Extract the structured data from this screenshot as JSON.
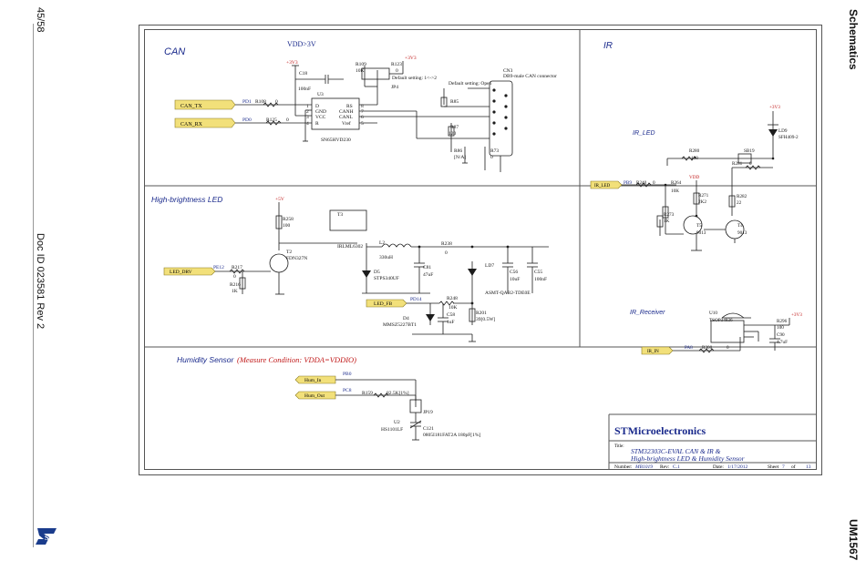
{
  "page": {
    "number": "45/58",
    "doc_id": "Doc ID 023581 Rev 2",
    "section": "Schematics",
    "manual": "UM1567",
    "logo_text": "ST"
  },
  "schematic": {
    "sections": {
      "can": "CAN",
      "vdd_note": "VDD>3V",
      "ir": "IR",
      "ir_led": "IR_LED",
      "hb_led": "High-brightness LED",
      "ir_receiver": "IR_Receiver",
      "humidity": "Humidity Sensor",
      "humidity_note": "(Measure Condition: VDDA=VDDIO)"
    },
    "nets": {
      "can_tx": "CAN_TX",
      "can_rx": "CAN_RX",
      "led_drv": "LED_DRV",
      "led_fb": "LED_FB",
      "ir_led": "IR_LED",
      "ir_in": "IR_IN",
      "hum_in": "Hum_In",
      "hum_out": "Hum_Out"
    },
    "labels": {
      "pd1": "PD1",
      "pd0": "PD0",
      "r108": "R108",
      "r125": "R125",
      "r108_v": "0",
      "r125_v": "0",
      "v3_1": "+3V3",
      "c18": "C18",
      "c18_v": "100nF",
      "u3": "U3",
      "u3_part": "SN65HVD230",
      "u3_d": "D",
      "u3_gnd": "GND",
      "u3_vcc": "VCC",
      "u3_r": "R",
      "u3_rs": "RS",
      "u3_canh": "CANH",
      "u3_canl": "CANL",
      "u3_vref": "Vref",
      "p1": "1",
      "p2": "2",
      "p3": "3",
      "p4": "4",
      "p8": "8",
      "p7": "7",
      "p6": "6",
      "p5": "5",
      "r109": "R109",
      "r109_v": "10K",
      "r123": "R123",
      "r123_v": "0",
      "v3_2": "+3V3",
      "jp4": "JP4",
      "jp4_note": "Default setting: 1<->2",
      "def_open": "Default setting: Open",
      "cn3": "CN3",
      "cn3_part": "DB9-male CAN connector",
      "r85": "R85",
      "r87": "R87",
      "r87_v": "120",
      "r86": "R86",
      "r86_v": "[N/A]",
      "r73": "R73",
      "r73_v": "0",
      "t3": "T3",
      "t3_part": "IRLML6302",
      "v5": "+5V",
      "r258": "R258",
      "r258_v": "100",
      "t2": "T2",
      "t2_part": "FDN327N",
      "pe12": "PE12",
      "r217": "R217",
      "r217_v": "0",
      "r216": "R216",
      "r216_v": "1K",
      "l2": "L2",
      "l2_v": "330uH",
      "d5": "D5",
      "d5_part": "STPS340UF",
      "c81": "C81",
      "c81_v": "47uF",
      "r238": "R238",
      "r238_v": "0",
      "ld7": "LD7",
      "ld7_part": "ASMT-QAB2-TDE0E",
      "c56": "C56",
      "c56_v": "10uF",
      "c55": "C55",
      "c55_v": "100nF",
      "pd14": "PD14",
      "r248": "R248",
      "r248_v": "10K",
      "c58": "C58",
      "c58_v": "1uF",
      "r201": "R201",
      "r201_v": "39[0.5W]",
      "d4": "D4",
      "d4_part": "MMSZ5227BT1",
      "v3_3": "+3V3",
      "ld9": "LD9",
      "ld9_part": "SFH409-2",
      "r280": "R280",
      "r280_v": "100",
      "sb19": "SB19",
      "vdd": "VDD",
      "pb9": "PB9",
      "r240": "R240",
      "r240_v": "0",
      "r264": "R264",
      "r264_v": "10K",
      "r271": "R271",
      "r271_v": "2K2",
      "r281": "R281",
      "r281_v": "0",
      "r282": "R282",
      "r282_v": "22",
      "r273": "R273",
      "r273_v": "1K",
      "t5": "T5",
      "t5_part": "9013",
      "t4": "T4",
      "t4_part": "9013",
      "u10": "U10",
      "u10_part": "TSOP34836",
      "r296": "R296",
      "r296_v": "100",
      "c90": "C90",
      "c90_v": "4.7uF",
      "v3_4": "+3V3",
      "pa8": "PA8",
      "r300": "R300",
      "r300_v": "0",
      "pb0": "PB0",
      "pc8": "PC8",
      "r159": "R159",
      "r159_v": "82.5K[1%]",
      "jp19": "JP19",
      "u2": "U2",
      "u2_part": "HS1101LF",
      "c121": "C121",
      "c121_v": "0805I181FAT2A 180pF[1%]"
    },
    "title_block": {
      "company": "STMicroelectronics",
      "title_label": "Title:",
      "title_line1": "STM32303C-EVAL CAN & IR &",
      "title_line2": "High-brightness LED &  Humidity Sensor",
      "number_label": "Number:",
      "number": "MB1019",
      "rev_label": "Rev:",
      "rev": "C.1",
      "date_label": "Date:",
      "date": "1/17/2012",
      "sheet_label": "Sheet",
      "sheet": "7",
      "of_label": "of",
      "sheets": "13"
    }
  },
  "colors": {
    "frame": "#555555",
    "wire": "#1c1c1c",
    "net_fill": "#f2e07a",
    "section_title": "#1a2a8c",
    "note_red": "#c01818",
    "net_name": "#1a2a8c"
  }
}
